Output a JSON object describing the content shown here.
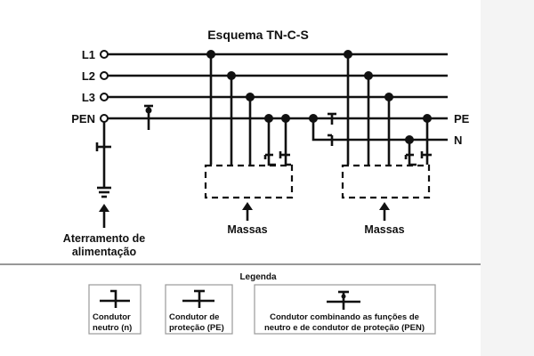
{
  "title": "Esquema TN-C-S",
  "conductors": {
    "l1": "L1",
    "l2": "L2",
    "l3": "L3",
    "pen": "PEN",
    "pe": "PE",
    "n": "N"
  },
  "labels": {
    "grounding_line1": "Aterramento de",
    "grounding_line2": "alimentação",
    "massas_left": "Massas",
    "massas_right": "Massas"
  },
  "legend": {
    "title": "Legenda",
    "items": [
      {
        "symbol": "neutral-symbol",
        "line1": "Condutor",
        "line2": "neutro (n)"
      },
      {
        "symbol": "protection-symbol",
        "line1": "Condutor de",
        "line2": "proteção (PE)"
      },
      {
        "symbol": "pen-symbol",
        "line1": "Condutor combinando as funções de",
        "line2": "neutro e de condutor de proteção (PEN)"
      }
    ]
  },
  "colors": {
    "line": "#111111",
    "background": "#ffffff",
    "legend_border": "#999999"
  }
}
